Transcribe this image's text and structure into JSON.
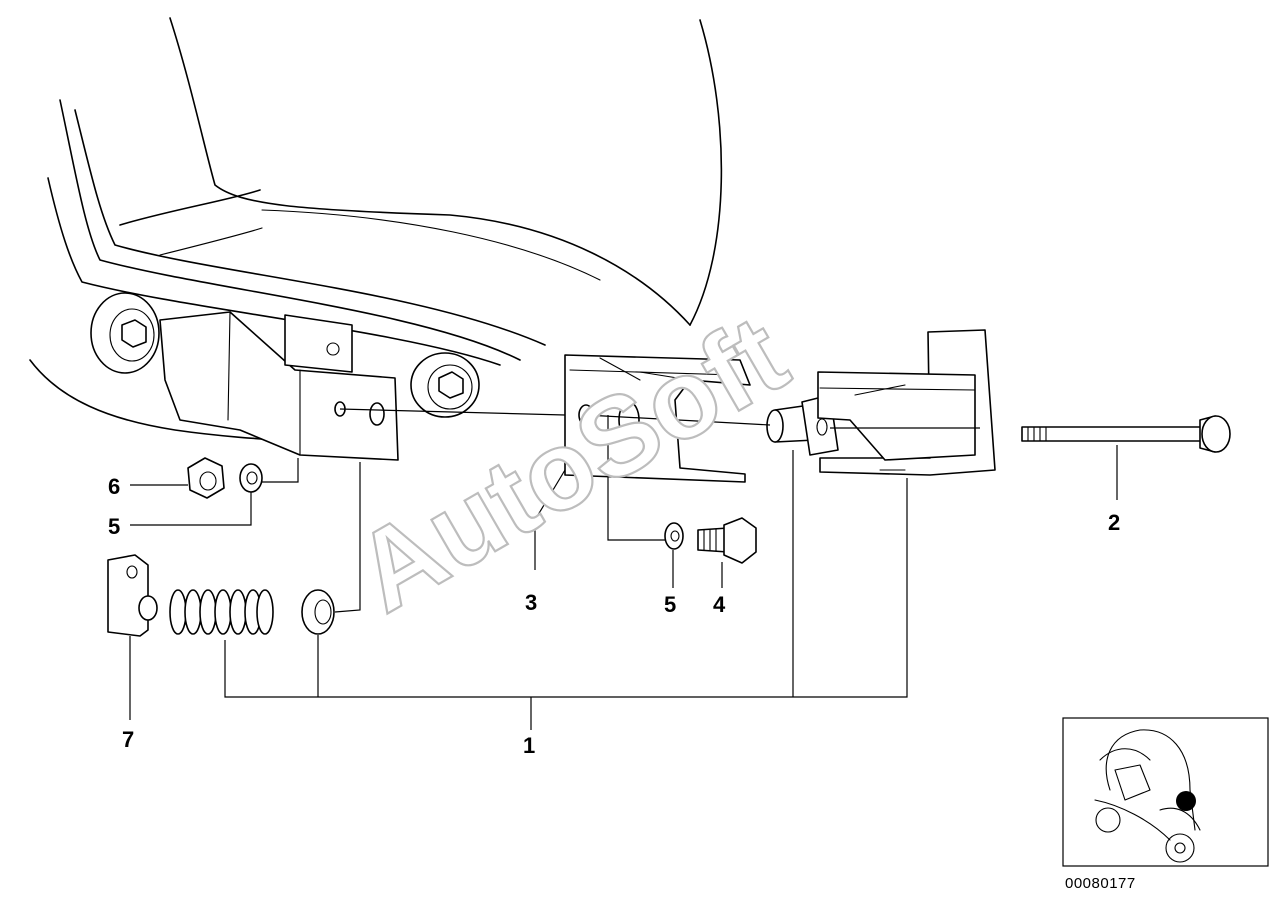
{
  "callouts": {
    "c1": "1",
    "c2": "2",
    "c3": "3",
    "c4": "4",
    "c5a": "5",
    "c5b": "5",
    "c6": "6",
    "c7": "7"
  },
  "watermark": "AutoSoft",
  "diagram_number": "00080177",
  "colors": {
    "ink": "#000000",
    "watermark_outline": "#bdbdbd",
    "background": "#ffffff"
  },
  "icons": {
    "locator": "scooter-location-thumbnail"
  }
}
